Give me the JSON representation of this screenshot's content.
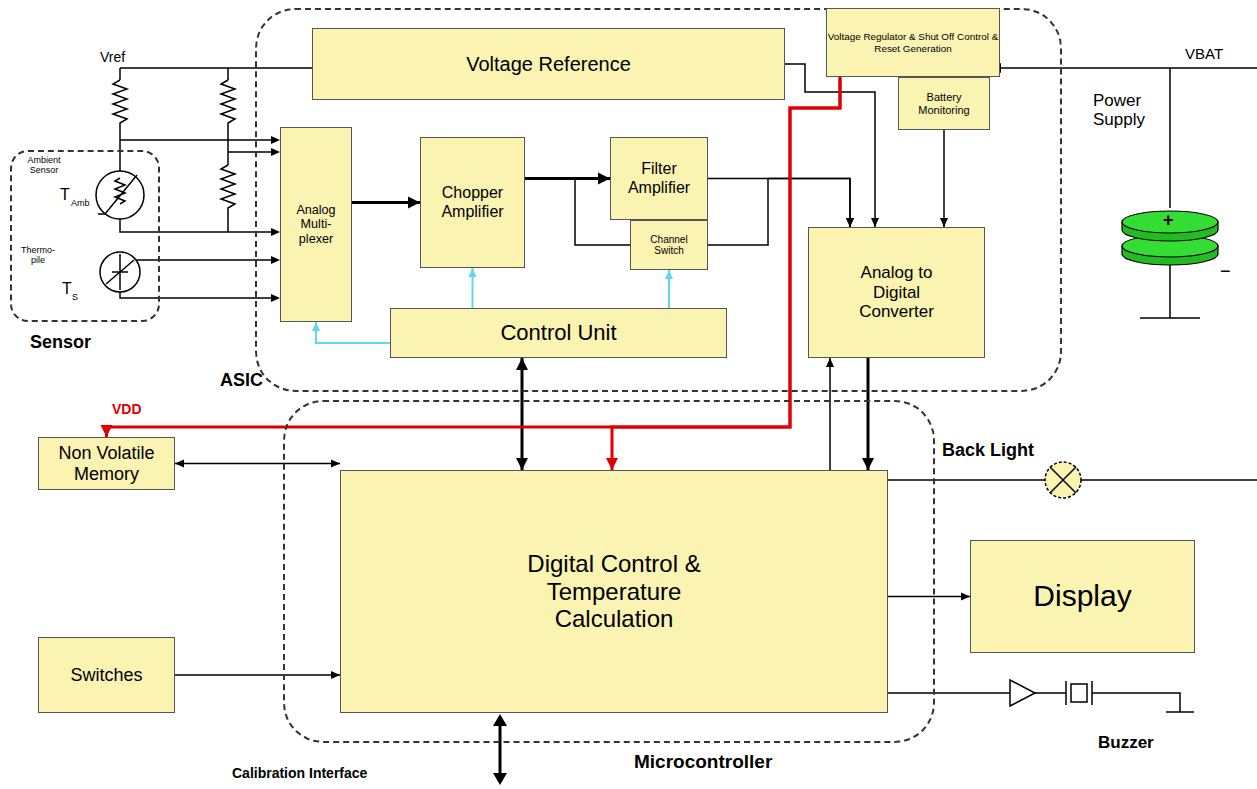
{
  "diagram": {
    "nodes": [
      {
        "text": [
          "ASIC"
        ]
      },
      {
        "text": [
          "Voltage Reference"
        ],
        "in": 0
      },
      {
        "text": [
          "Voltage Regulator & Shut Off Control & Reset Generation"
        ],
        "in": 0
      },
      {
        "text": [
          "Battery Monitoring"
        ],
        "in": 0
      },
      {
        "text": [
          "Analog Multi- plexer"
        ],
        "in": 0
      },
      {
        "text": [
          "Chopper Amplifier"
        ],
        "in": 0
      },
      {
        "text": [
          "Filter Amplifier"
        ],
        "in": 0
      },
      {
        "text": [
          "Channel Switch"
        ],
        "in": 0
      },
      {
        "text": [
          "Control Unit"
        ],
        "in": 0
      },
      {
        "text": [
          "Analog to Digital Converter"
        ],
        "in": 0
      },
      {
        "text": [
          "Sensor"
        ]
      },
      {
        "text": [
          "Microcontroller"
        ]
      },
      {
        "text": [
          "Digital Control & Temperature Calculation"
        ],
        "in": 11
      },
      {
        "text": [
          "Non Volatile Memory"
        ]
      },
      {
        "text": [
          "Switches"
        ]
      },
      {
        "text": [
          "Display"
        ]
      }
    ],
    "edges": [
      {
        "from": 4,
        "to": 5,
        "arrow": "to"
      },
      {
        "from": 5,
        "to": 6,
        "arrow": "to"
      },
      {
        "from": 6,
        "to": 9,
        "arrow": "to"
      },
      {
        "from": 5,
        "to": 7,
        "arrow": "none"
      },
      {
        "from": 7,
        "to": 9,
        "arrow": "to"
      },
      {
        "from": 1,
        "to": 9,
        "arrow": "to"
      },
      {
        "from": 3,
        "to": 9,
        "arrow": "to"
      },
      {
        "from": 8,
        "to": 4,
        "arrow": "to"
      },
      {
        "from": 8,
        "to": 5,
        "arrow": "to"
      },
      {
        "from": 8,
        "to": 7,
        "arrow": "to"
      },
      {
        "from": 12,
        "to": 8,
        "arrow": "both"
      },
      {
        "from": 9,
        "to": 12,
        "arrow": "to"
      },
      {
        "from": 12,
        "to": 9,
        "arrow": "to"
      },
      {
        "from": 13,
        "to": 12,
        "arrow": "both"
      },
      {
        "from": 14,
        "to": 12,
        "arrow": "to"
      },
      {
        "from": 12,
        "to": 15,
        "arrow": "to"
      },
      {
        "from": 2,
        "to": 13,
        "arrow": "to"
      },
      {
        "from": 2,
        "to": 12,
        "arrow": "to"
      }
    ],
    "labels": [
      "Vref",
      "Ambient Sensor",
      "T",
      "Amb",
      "Thermo- pile",
      "T",
      "S",
      "VDD",
      "VBAT",
      "Power Supply",
      "+",
      "−",
      "Back Light",
      "Buzzer",
      "Calibration Interface"
    ]
  }
}
